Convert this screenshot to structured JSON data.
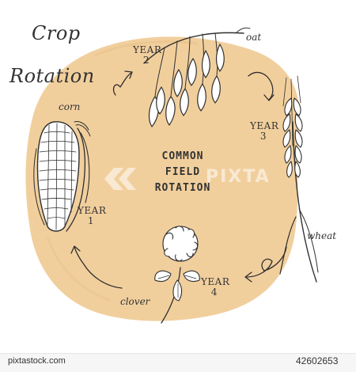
{
  "title": {
    "line1": "Crop",
    "line2": "Rotation"
  },
  "center_label": {
    "line1": "COMMON",
    "line2": "FIELD",
    "line3": "ROTATION"
  },
  "crops": [
    {
      "name": "corn",
      "year_label": "YEAR",
      "year_number": "1"
    },
    {
      "name": "oat",
      "year_label": "YEAR",
      "year_number": "2"
    },
    {
      "name": "wheat",
      "year_label": "YEAR",
      "year_number": "3"
    },
    {
      "name": "clover",
      "year_label": "YEAR",
      "year_number": "4"
    }
  ],
  "watermark": {
    "text": "PIXTA"
  },
  "footer": {
    "site": "pixtastock.com",
    "image_number": "42602653"
  },
  "colors": {
    "background_blob": "#f1cf9d",
    "ink": "#2f2f2f",
    "page": "#ffffff"
  }
}
